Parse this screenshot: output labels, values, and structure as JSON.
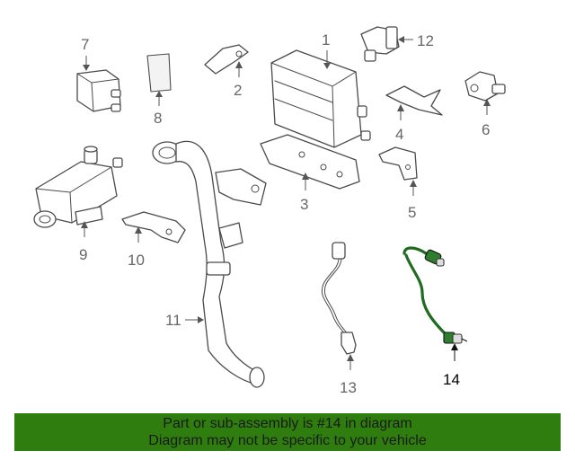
{
  "callouts": {
    "c1": "1",
    "c2": "2",
    "c3": "3",
    "c4": "4",
    "c5": "5",
    "c6": "6",
    "c7": "7",
    "c8": "8",
    "c9": "9",
    "c10": "10",
    "c11": "11",
    "c12": "12",
    "c13": "13",
    "c14": "14"
  },
  "banner": {
    "line1": "Part or sub-assembly is #14 in diagram",
    "line2": "Diagram may not be specific to your vehicle"
  },
  "colors": {
    "banner_bg": "#2e7d0e",
    "highlight_wire": "#1f6b1f"
  }
}
